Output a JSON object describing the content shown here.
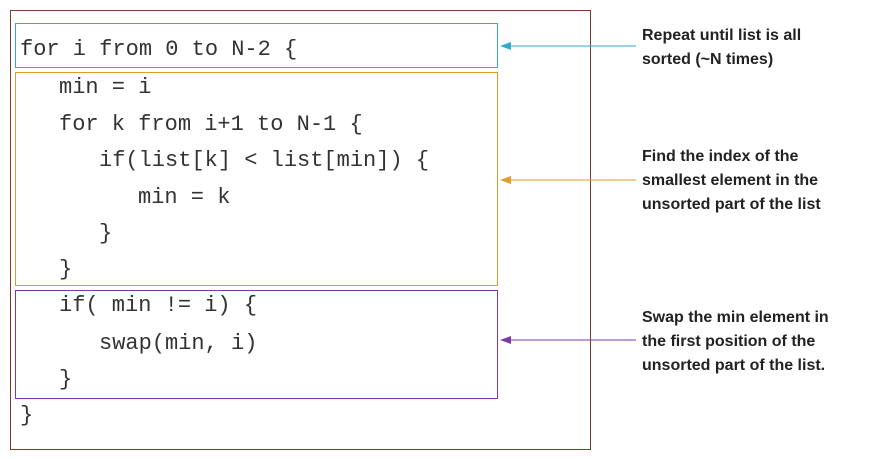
{
  "code": {
    "lines": [
      "for i from 0 to N-2 {",
      "min = i",
      "for k from i+1 to N-1 {",
      "if(list[k] < list[min]) {",
      "min = k",
      "}",
      "}",
      "if( min != i) {",
      "swap(min, i)",
      "}",
      "}"
    ]
  },
  "annotations": [
    {
      "id": "loop",
      "lines": [
        "Repeat until list is all",
        "sorted (~N times)"
      ],
      "color": "#33aacc"
    },
    {
      "id": "find",
      "lines": [
        "Find the index of the",
        "smallest element in the",
        "unsorted part of the list"
      ],
      "color": "#e39a2a"
    },
    {
      "id": "swap",
      "lines": [
        "Swap the min element in",
        "the first position of the",
        "unsorted part of the list."
      ],
      "color": "#7a3aa8"
    }
  ],
  "colors": {
    "outer_border": "#7b3b2e",
    "code_text": "#333333"
  }
}
